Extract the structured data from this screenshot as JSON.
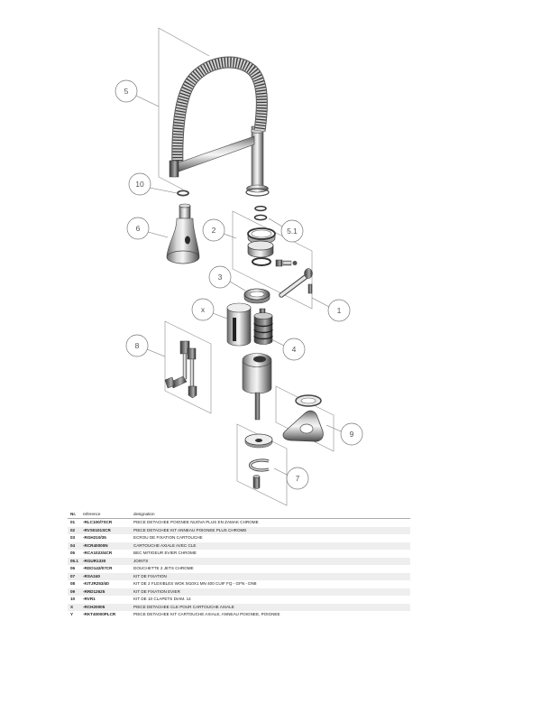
{
  "diagram": {
    "callouts": [
      "5",
      "10",
      "6",
      "2",
      "5.1",
      "3",
      "x",
      "1",
      "4",
      "8",
      "9",
      "7"
    ]
  },
  "parts_table": {
    "headers": {
      "nr": "Nr.",
      "reference": "reference",
      "designation": "designation"
    },
    "rows": [
      {
        "nr": "01",
        "reference": "-RLC100/7SCR",
        "designation": "PIECE DETACHEE POIGNEE NUOVA PLUS EN ZAMAK CHROME"
      },
      {
        "nr": "02",
        "reference": "-RVS0101SCR",
        "designation": "PIECE DETACHEE KIT ANNEAU POIGNEE PLUS CHROME"
      },
      {
        "nr": "03",
        "reference": "-RGH210/35",
        "designation": "ECROU DE FIXATION CARTOUCHE"
      },
      {
        "nr": "04",
        "reference": "-RCR40000N",
        "designation": "CARTOUCHE AXIALE AVEC CLE"
      },
      {
        "nr": "05",
        "reference": "-RCA1023/4CR",
        "designation": "BEC MITIGEUR EVIER CHROME"
      },
      {
        "nr": "05.1",
        "reference": "-RGUR1330",
        "designation": "JOINTS"
      },
      {
        "nr": "06",
        "reference": "-RDO142/07CR",
        "designation": "DOUCHETTE 2 JETS CHROME"
      },
      {
        "nr": "07",
        "reference": "-RSA240",
        "designation": "KIT DE FIXATION"
      },
      {
        "nr": "08",
        "reference": "-KITJR253/40",
        "designation": "KIT DE 2 FLEXIBLES WOK M10X1 MN 400 CUIF FQ - GFN - DN8"
      },
      {
        "nr": "09",
        "reference": "-RRD12625",
        "designation": "KIT DE FIXATION EVIER"
      },
      {
        "nr": "10",
        "reference": "-RVR1",
        "designation": "KIT DE 10 CLAPETS DIAM. 14"
      },
      {
        "nr": "X",
        "reference": "-RCH20005",
        "designation": "PIECE DETACHEE CLE POUR CARTOUCHE AXIALE"
      },
      {
        "nr": "Y",
        "reference": "-RKT40000PLCR",
        "designation": "PIECE DETACHEE KIT CARTOUCHE AXIALE, ANNEAU POIGNEE, POIGNEE"
      }
    ]
  }
}
